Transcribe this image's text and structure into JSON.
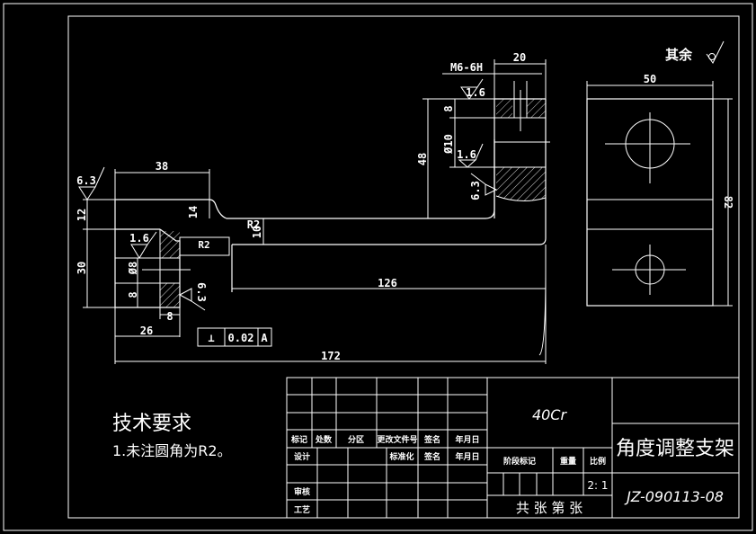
{
  "colors": {
    "background": "#000000",
    "lines": "#ffffff"
  },
  "surface_finish_note": {
    "label": "其余",
    "symbol": "finish-check-icon"
  },
  "dimensions": {
    "top_38": "38",
    "left_12": "12",
    "mid_14": "14",
    "left_30": "30",
    "dia_8": "Ø8",
    "d_8a": "8",
    "d_8b": "8",
    "d_26": "26",
    "d_172": "172",
    "d_126": "126",
    "d_10": "10",
    "r2": "R2",
    "r2_weld": "R2",
    "d_20": "20",
    "thread": "M6-6H",
    "d_48": "48",
    "d_8c": "8",
    "dia_10": "Ø10",
    "side_50": "50",
    "side_82": "82"
  },
  "roughness": {
    "r1": "6.3",
    "r2": "1.6",
    "r3": "6.3",
    "r4": "1.6",
    "r5": "1.6",
    "r6": "6.3"
  },
  "tolerance_frame": {
    "symbol": "⊥",
    "value": "0.02",
    "datum": "A"
  },
  "tech_requirements": {
    "title": "技术要求",
    "item1": "1.未注圆角为R2。"
  },
  "title_block": {
    "material": "40Cr",
    "part_name": "角度调整支架",
    "drawing_number": "JZ-090113-08",
    "scale_value": "2: 1",
    "headers_row": [
      "标记",
      "处数",
      "分区",
      "更改文件号",
      "签名",
      "年月日"
    ],
    "design_row": [
      "设计",
      "",
      "",
      "标准化",
      "签名",
      "年月日"
    ],
    "review_label": "审核",
    "process_label": "工艺",
    "stage_label": "阶段标记",
    "weight_label": "重量",
    "scale_label": "比例",
    "sheets_label": "共 张  第 张"
  }
}
